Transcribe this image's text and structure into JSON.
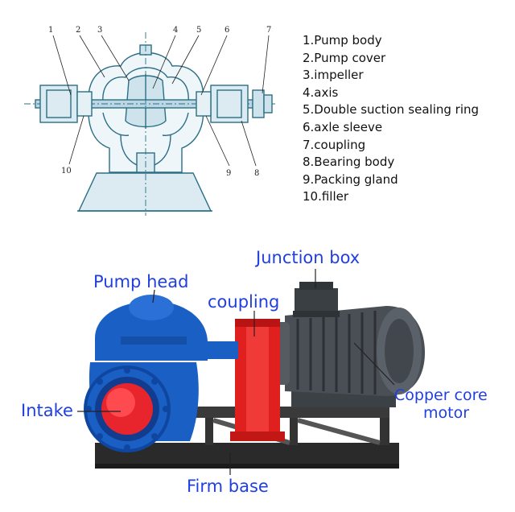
{
  "parts": [
    "1.Pump body",
    "2.Pump cover",
    "3.impeller",
    "4.axis",
    "5.Double suction sealing ring",
    "6.axle sleeve",
    "7.coupling",
    "8.Bearing body",
    "9.Packing gland",
    "10.filler"
  ],
  "diagram_numbers": {
    "n1": "1",
    "n2": "2",
    "n3": "3",
    "n4": "4",
    "n5": "5",
    "n6": "6",
    "n7": "7",
    "n8": "8",
    "n9": "9",
    "n10": "10"
  },
  "callouts": {
    "junction_box": "Junction box",
    "pump_head": "Pump head",
    "coupling": "coupling",
    "intake": "Intake",
    "motor_line1": "Copper core",
    "motor_line2": "motor",
    "firm_base": "Firm base"
  },
  "colors": {
    "callout_text": "#1f3fe0",
    "pump_blue": "#1a5fc4",
    "coupling_red": "#e0201f",
    "motor_gray": "#4a4f55",
    "diagram_line": "#2a6f86"
  }
}
